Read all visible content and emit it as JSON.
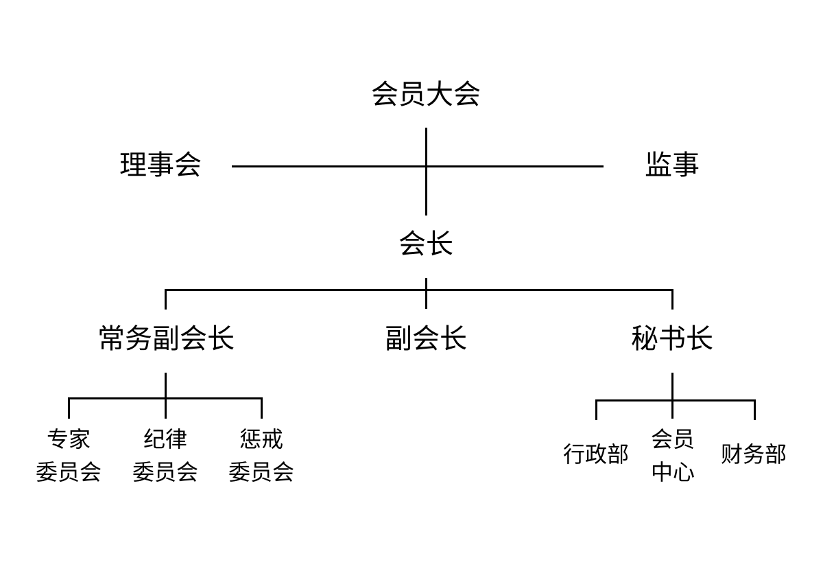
{
  "org": {
    "general_assembly": "会员大会",
    "council": "理事会",
    "supervisor": "监事",
    "president": "会长",
    "executive_vp": "常务副会长",
    "vice_president": "副会长",
    "secretary_general": "秘书长",
    "expert_committee": "专家",
    "discipline_committee": "纪律",
    "punishment_committee": "惩戒",
    "committee_suffix": "委员会",
    "admin_dept": "行政部",
    "member_center_line1": "会员",
    "member_center_line2": "中心",
    "finance_dept": "财务部"
  }
}
